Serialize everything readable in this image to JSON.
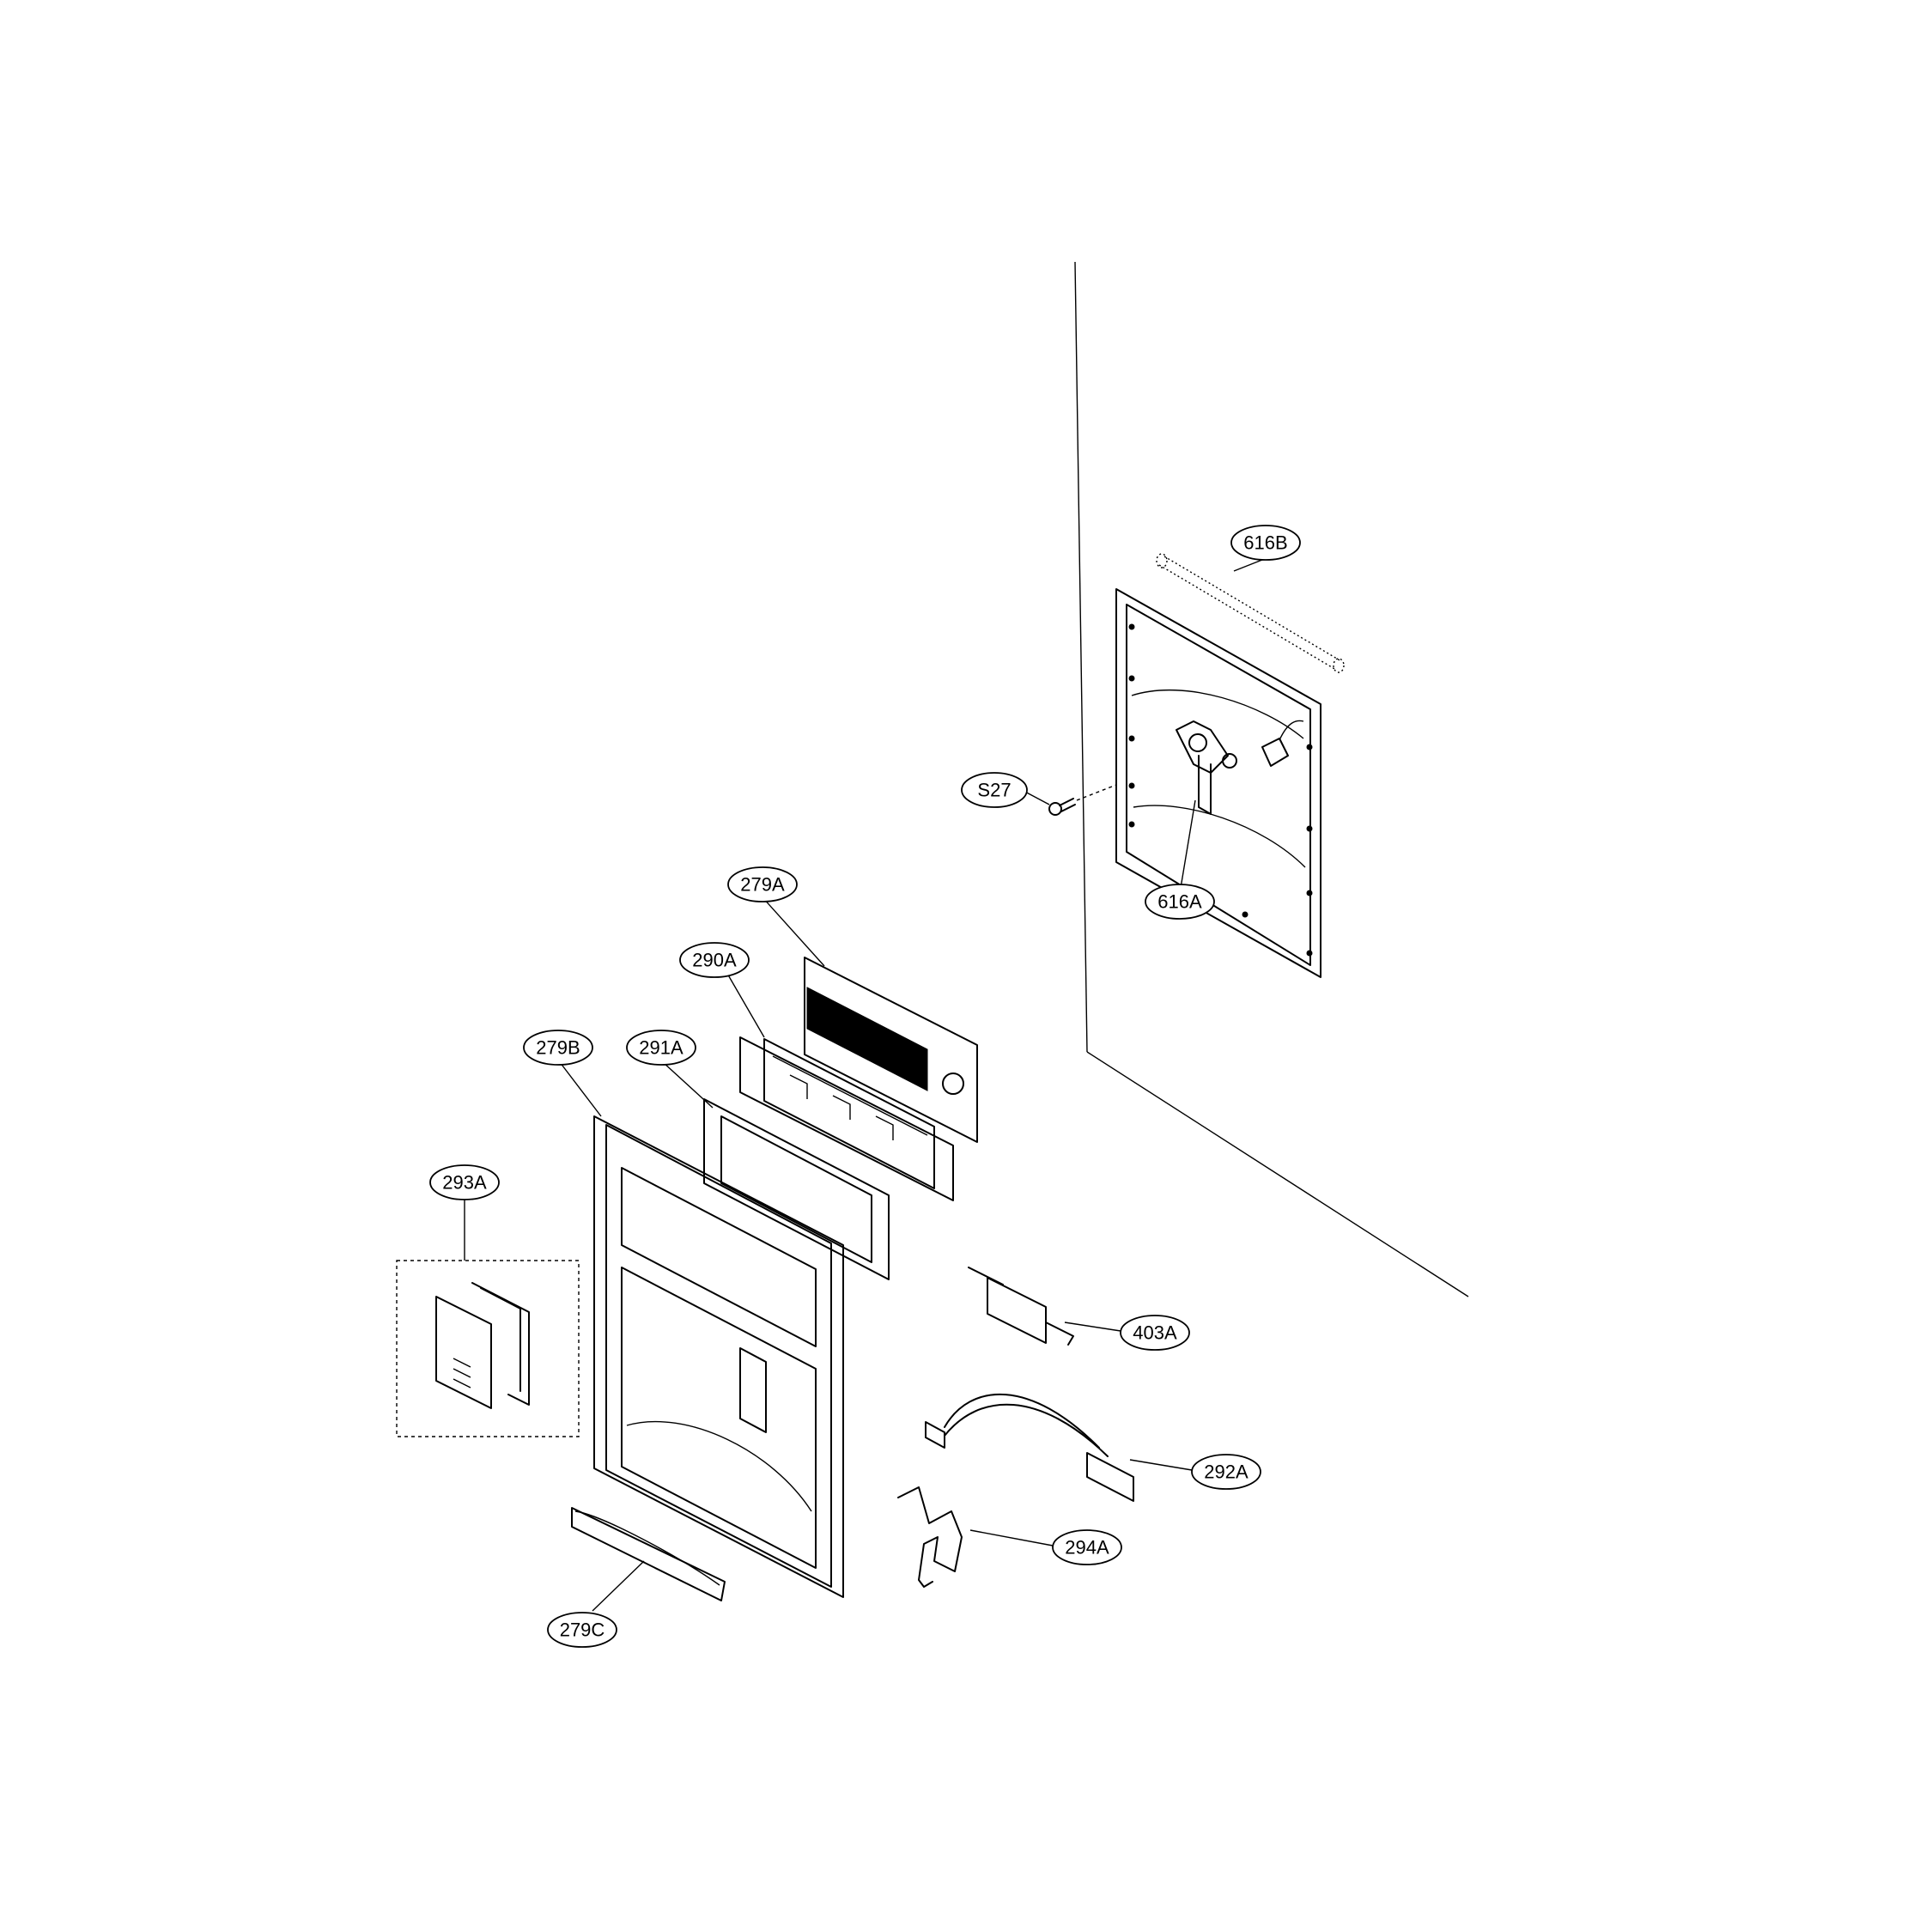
{
  "callouts": {
    "c616B": "616B",
    "cS27": "S27",
    "c616A": "616A",
    "c279A": "279A",
    "c290A": "290A",
    "c279B": "279B",
    "c291A": "291A",
    "c293A": "293A",
    "c403A": "403A",
    "c292A": "292A",
    "c294A": "294A",
    "c279C": "279C"
  }
}
